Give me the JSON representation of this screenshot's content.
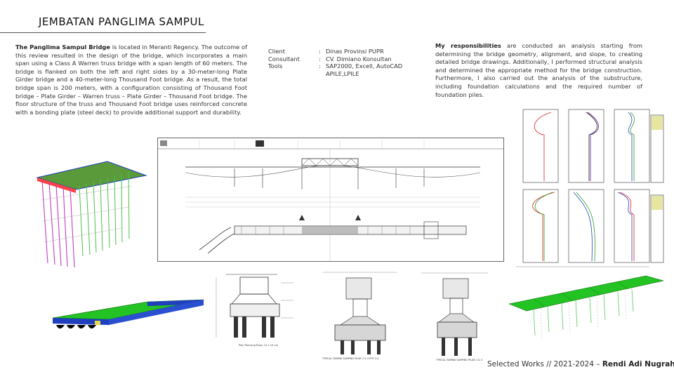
{
  "header": {
    "title": "JEMBATAN PANGLIMA SAMPUL"
  },
  "description": {
    "lead": "The Panglima Sampul Bridge",
    "body": " is located in Meranti Regency. The outcome of this review resulted in the design of the bridge, which incorporates a main span using a Class A Warren truss bridge with a span length of 60 meters. The bridge is flanked on both the left and right sides by a 30-meter-long Plate Girder bridge and a 40-meter-long Thousand Foot bridge. As a result, the total bridge span is 200 meters, with a configuration consisting of Thousand Foot bridge – Plate Girder – Warren truss – Plate Girder – Thousand Foot bridge. The floor structure of the truss and Thousand Foot bridge uses reinforced concrete with a bonding plate (steel deck) to provide additional support and durability."
  },
  "project_info": {
    "client_label": "Client",
    "client_value": "Dinas Provinsi PUPR",
    "consultant_label": "Consultant",
    "consultant_value": "CV. Dimiano Konsultan",
    "tools_label": "Tools",
    "tools_value_line1": "SAP2000, Excell, AutoCAD",
    "tools_value_line2": "APILE,LPILE",
    "separator": ":"
  },
  "responsibilities": {
    "lead": "My responsibilities",
    "body": " are conducted an analysis starting from determining the bridge geometry, alignment, and slope, to creating detailed bridge drawings. Additionally, I performed structural analysis and determined the appropriate method for the bridge construction. Furthermore, I also carried out the analysis of the substructure, including foundation calculations and the required number of foundation piles."
  },
  "footer": {
    "prefix": "Selected Works // 2021-2024 – ",
    "author": "Rendi Adi Nugraha"
  },
  "figures": {
    "pier_caption_1": "TYPICAL TAMPAK SAMPING PILAR 1 & 4 POT 2-2",
    "pier_caption_2": "TYPICAL TAMPAK SAMPING PILAR 2 & 3",
    "pile_caption": "Plan Pancang Bujur 10 x 10 cm",
    "colors": {
      "deck_green": "#22c322",
      "girder_blue": "#1f3fbf",
      "pile_magenta": "#c03cc0",
      "pile_green": "#4bc34b"
    }
  }
}
